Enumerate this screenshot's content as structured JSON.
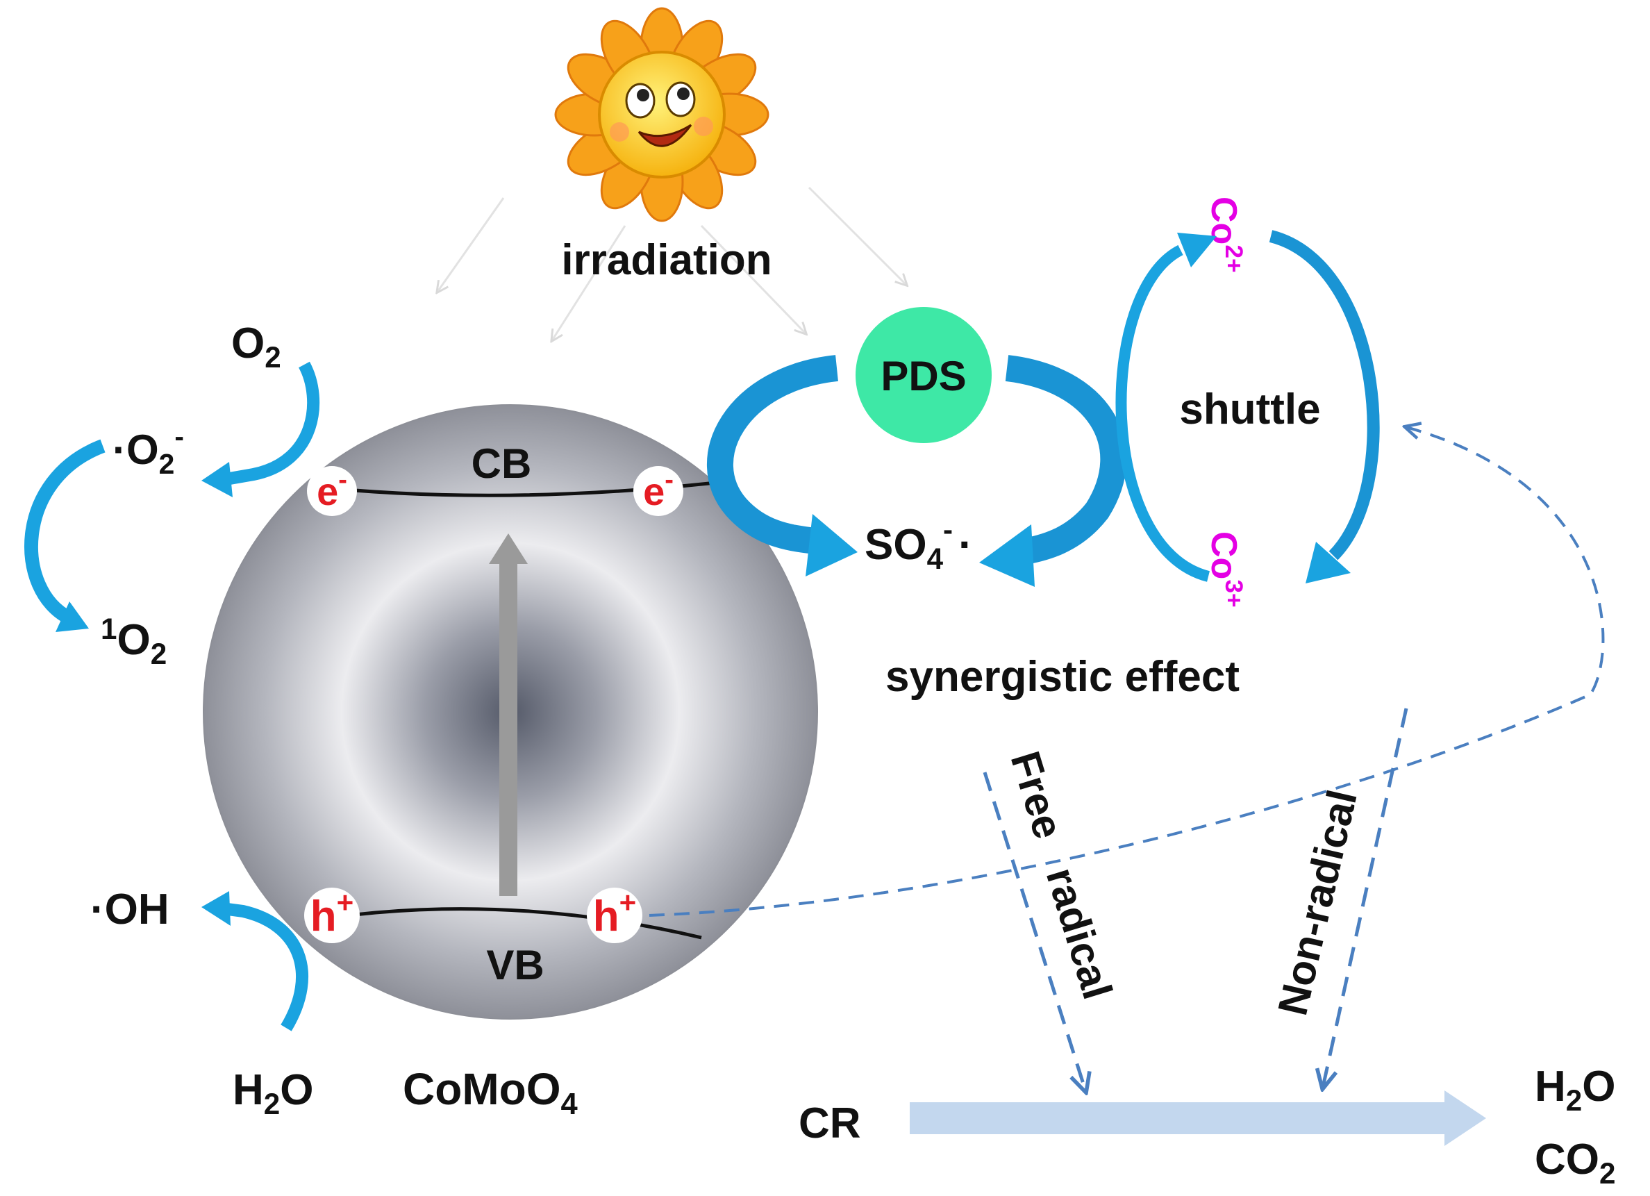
{
  "diagram": {
    "irradiation_label": "irradiation",
    "particle": {
      "name": "CoMoO",
      "name_sub": "4",
      "cb_label": "CB",
      "vb_label": "VB"
    },
    "carriers": {
      "electron_base": "e",
      "electron_sup": "-",
      "hole_base": "h",
      "hole_sup": "+"
    },
    "left_species": {
      "o2_base": "O",
      "o2_sub": "2",
      "superoxide_prefix": "·O",
      "superoxide_sub": "2",
      "superoxide_sup": "-",
      "singlet_sup": "1",
      "singlet_base": "O",
      "singlet_sub": "2",
      "hydroxyl": "·OH",
      "water_base": "H",
      "water_sub": "2",
      "water_tail": "O"
    },
    "pds_label": "PDS",
    "sulfate_radical": {
      "base": "SO",
      "sub": "4",
      "sup": "-",
      "dot": "·"
    },
    "cobalt": {
      "co2_base": "Co",
      "co2_sup": "2+",
      "co3_base": "Co",
      "co3_sup": "3+",
      "shuttle_label": "shuttle"
    },
    "synergistic_label": "synergistic effect",
    "pathways": {
      "free_radical_line1": "Free",
      "free_radical_line2": "radical",
      "non_radical": "Non-radical"
    },
    "products": {
      "reactant": "CR",
      "water_base": "H",
      "water_sub": "2",
      "water_tail": "O",
      "co2_base": "CO",
      "co2_sub": "2"
    },
    "colors": {
      "blue_arrow": "#1aa3e0",
      "blue_arrow_dark": "#0e7fb8",
      "dashed_arrow": "#4a7fc0",
      "main_arrow": "#c3d7ee",
      "pds_fill": "#3ee8a6",
      "carrier_red": "#e51c23",
      "cobalt_magenta": "#e400e4",
      "sun_petal": "#f7a11a",
      "sun_face": "#ffd21a"
    },
    "icons": [
      "sun-face-icon"
    ]
  }
}
